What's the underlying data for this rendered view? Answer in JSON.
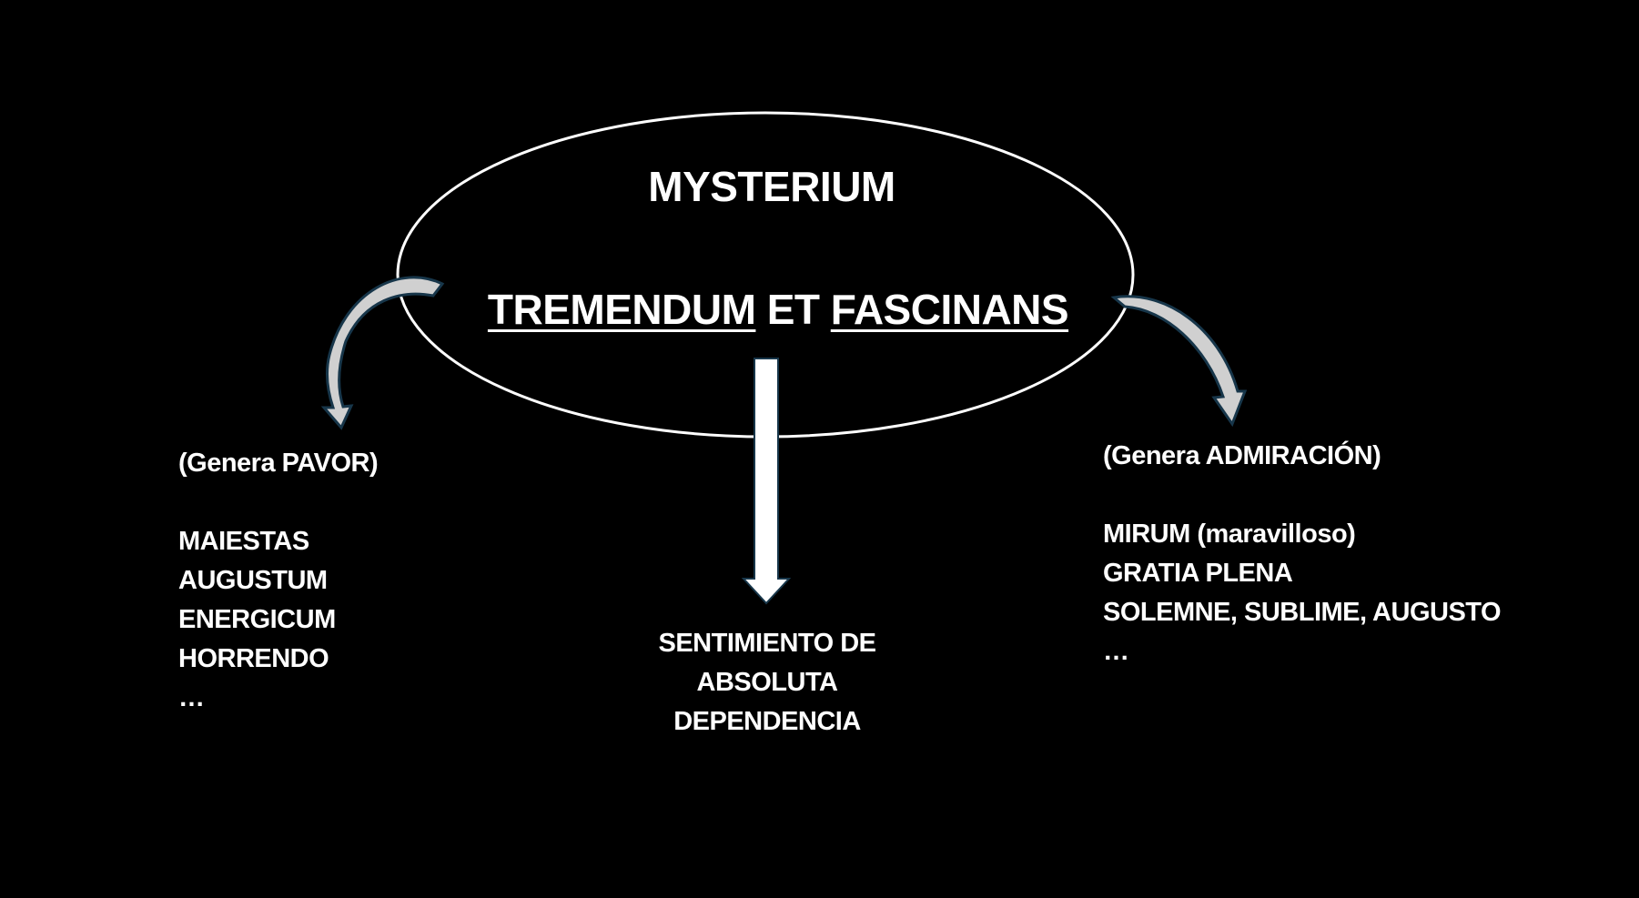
{
  "ellipse": {
    "title": "MYSTERIUM",
    "subtitle_part1": "TREMENDUM",
    "subtitle_connector": "ET",
    "subtitle_part2": "FASCINANS"
  },
  "left_branch": {
    "heading": "(Genera PAVOR)",
    "items": [
      "MAIESTAS",
      "AUGUSTUM",
      "ENERGICUM",
      "HORRENDO",
      "…"
    ]
  },
  "right_branch": {
    "heading": "(Genera ADMIRACIÓN)",
    "items": [
      "MIRUM (maravilloso)",
      "GRATIA PLENA",
      "SOLEMNE, SUBLIME, AUGUSTO",
      "…"
    ]
  },
  "center_branch": {
    "lines": [
      "SENTIMIENTO DE",
      "ABSOLUTA",
      "DEPENDENCIA"
    ]
  },
  "colors": {
    "background": "#000000",
    "foreground": "#ffffff",
    "arrow_fill": "#d0d0d0",
    "arrow_outline": "#17364a"
  }
}
